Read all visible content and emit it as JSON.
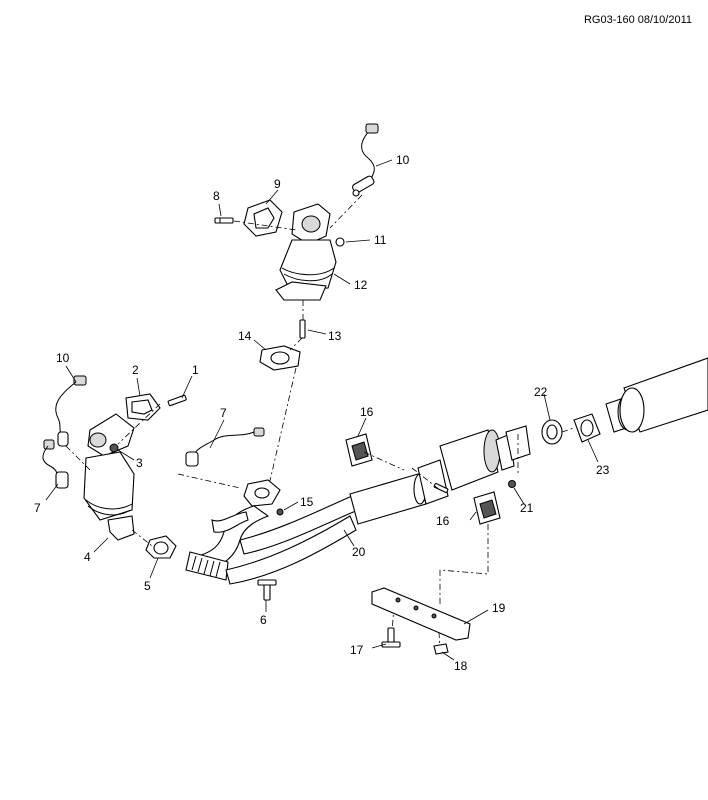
{
  "diagram": {
    "reference_code": "RG03-160 08/10/2011",
    "callouts": [
      "1",
      "2",
      "3",
      "4",
      "5",
      "6",
      "7",
      "7",
      "8",
      "9",
      "10",
      "10",
      "11",
      "12",
      "13",
      "14",
      "15",
      "16",
      "16",
      "17",
      "18",
      "19",
      "20",
      "21",
      "22",
      "23"
    ]
  }
}
